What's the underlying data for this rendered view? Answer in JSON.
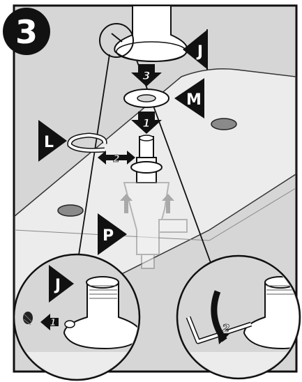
{
  "step": {
    "number": "3"
  },
  "callouts": {
    "J": "J",
    "M": "M",
    "L": "L",
    "P": "P",
    "J2": "J"
  },
  "arrows": {
    "a3": "3",
    "a1": "1",
    "a2": "2",
    "detail_1": "1",
    "detail_2": "2"
  },
  "colors": {
    "panel": "#d6d6d6",
    "counter": "#ececec",
    "outline": "#111111",
    "label_bg": "#111111",
    "label_fg": "#ffffff",
    "ghost": "#c8c8c8"
  }
}
